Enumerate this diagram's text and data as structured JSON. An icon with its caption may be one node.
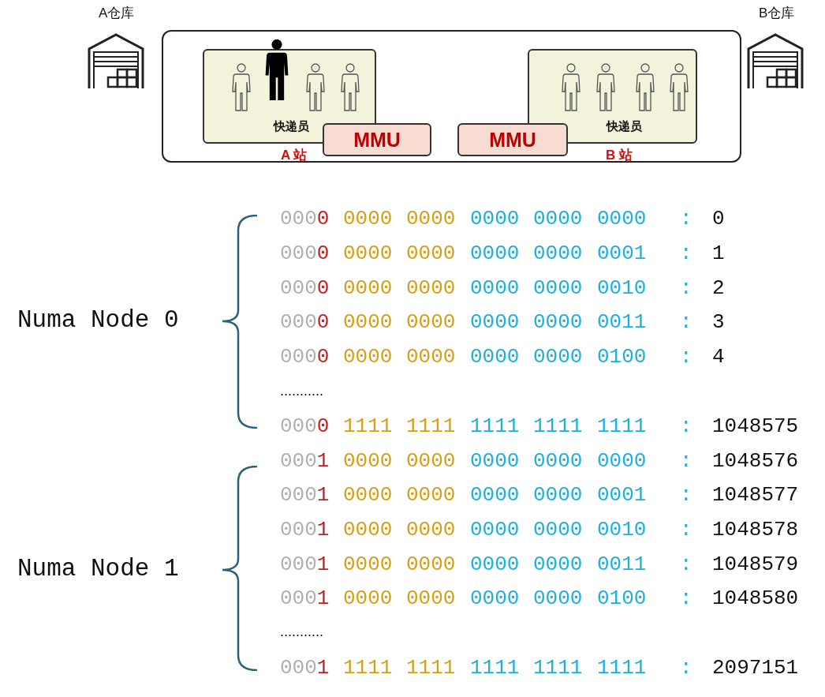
{
  "diagram": {
    "nodes": [
      {
        "text": [
          "A仓库"
        ]
      },
      {
        "text": [],
        "shape": "box"
      },
      {
        "text": [
          "快递员"
        ],
        "in": 1,
        "beside": [
          "A 站"
        ]
      },
      {
        "text": [
          "MMU"
        ],
        "in": 1
      },
      {
        "text": [
          "MMU"
        ],
        "in": 1
      },
      {
        "text": [
          "快递员"
        ],
        "in": 1,
        "beside": [
          "B 站"
        ]
      },
      {
        "text": [
          "B仓库"
        ]
      }
    ],
    "labels": [
      "Numa Node 0",
      "0000 0000 0000 0000 0000 0000 : 0",
      "0000 0000 0000 0000 0000 0001 : 1",
      "0000 0000 0000 0000 0000 0010 : 2",
      "0000 0000 0000 0000 0000 0011 : 3",
      "0000 0000 0000 0000 0000 0100 : 4",
      "...........",
      "0000 1111 1111 1111 1111 1111 : 1048575",
      "Numa Node 1",
      "0001 0000 0000 0000 0000 0000 : 1048576",
      "0001 0000 0000 0000 0000 0001 : 1048577",
      "0001 0000 0000 0000 0000 0010 : 1048578",
      "0001 0000 0000 0000 0000 0011 : 1048579",
      "0001 0000 0000 0000 0000 0100 : 1048580",
      "...........",
      "0001 1111 1111 1111 1111 1111 : 2097151"
    ]
  }
}
